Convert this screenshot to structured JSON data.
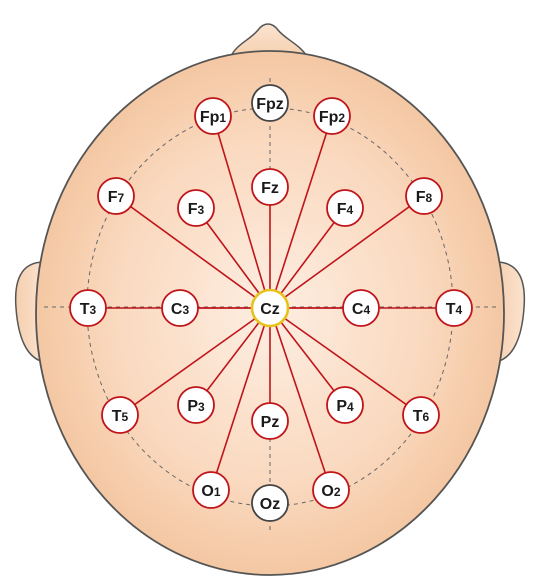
{
  "colors": {
    "skin_center": "#fde9d9",
    "skin_edge": "#f4c7a0",
    "outline": "#555555",
    "connection_line": "#c0141a",
    "electrode_ring": "#c0141a",
    "midline_ring": "#444444",
    "center_ring": "#e8c21a"
  },
  "electrodes": [
    {
      "id": "Fpz",
      "main": "Fpz",
      "sub": "",
      "ring": "midline"
    },
    {
      "id": "Fp1",
      "main": "Fp",
      "sub": "1",
      "ring": "red"
    },
    {
      "id": "Fp2",
      "main": "Fp",
      "sub": "2",
      "ring": "red"
    },
    {
      "id": "F7",
      "main": "F",
      "sub": "7",
      "ring": "red"
    },
    {
      "id": "F3",
      "main": "F",
      "sub": "3",
      "ring": "red"
    },
    {
      "id": "Fz",
      "main": "Fz",
      "sub": "",
      "ring": "red"
    },
    {
      "id": "F4",
      "main": "F",
      "sub": "4",
      "ring": "red"
    },
    {
      "id": "F8",
      "main": "F",
      "sub": "8",
      "ring": "red"
    },
    {
      "id": "T3",
      "main": "T",
      "sub": "3",
      "ring": "red"
    },
    {
      "id": "C3",
      "main": "C",
      "sub": "3",
      "ring": "red"
    },
    {
      "id": "Cz",
      "main": "Cz",
      "sub": "",
      "ring": "center"
    },
    {
      "id": "C4",
      "main": "C",
      "sub": "4",
      "ring": "red"
    },
    {
      "id": "T4",
      "main": "T",
      "sub": "4",
      "ring": "red"
    },
    {
      "id": "T5",
      "main": "T",
      "sub": "5",
      "ring": "red"
    },
    {
      "id": "P3",
      "main": "P",
      "sub": "3",
      "ring": "red"
    },
    {
      "id": "Pz",
      "main": "Pz",
      "sub": "",
      "ring": "red"
    },
    {
      "id": "P4",
      "main": "P",
      "sub": "4",
      "ring": "red"
    },
    {
      "id": "T6",
      "main": "T",
      "sub": "6",
      "ring": "red"
    },
    {
      "id": "O1",
      "main": "O",
      "sub": "1",
      "ring": "red"
    },
    {
      "id": "Oz",
      "main": "Oz",
      "sub": "",
      "ring": "midline"
    },
    {
      "id": "O2",
      "main": "O",
      "sub": "2",
      "ring": "red"
    }
  ],
  "connections_from": "Cz",
  "connections_to": [
    "Fp1",
    "Fp2",
    "F7",
    "F3",
    "Fz",
    "F4",
    "F8",
    "T3",
    "C3",
    "C4",
    "T4",
    "T5",
    "P3",
    "Pz",
    "P4",
    "T6",
    "O1",
    "O2"
  ]
}
